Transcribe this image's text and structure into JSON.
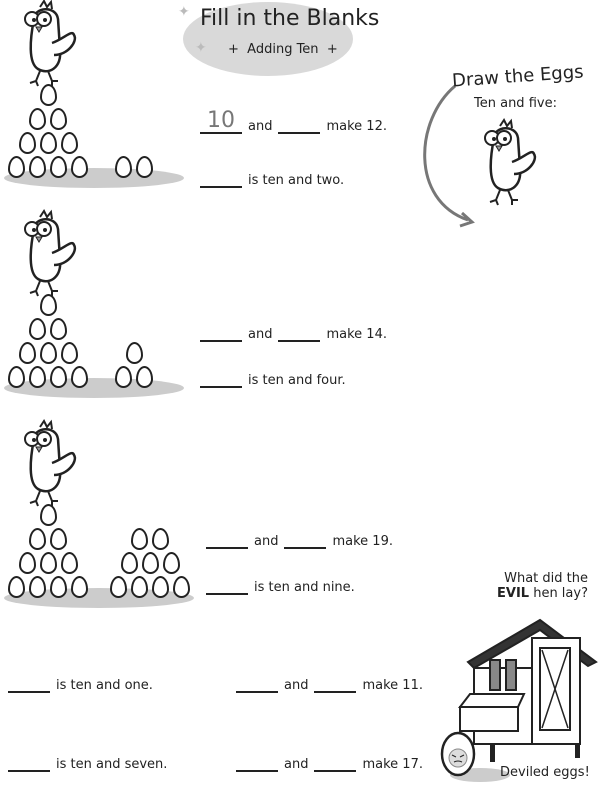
{
  "header": {
    "title": "Fill in the Blanks",
    "subtitle": "Adding Ten",
    "plus": "+"
  },
  "problems": [
    {
      "ten_eggs": 10,
      "extra_eggs": 2,
      "blank1": "10",
      "and": "and",
      "blank2": "",
      "make": "make 12.",
      "blank3": "",
      "second": "is ten and two."
    },
    {
      "ten_eggs": 10,
      "extra_eggs": 3,
      "blank1": "",
      "and": "and",
      "blank2": "",
      "make": "make 14.",
      "blank3": "",
      "second": "is ten and four."
    },
    {
      "ten_eggs": 10,
      "extra_eggs": 9,
      "blank1": "",
      "and": "and",
      "blank2": "",
      "make": "make 19.",
      "blank3": "",
      "second": "is ten and nine."
    }
  ],
  "bottom": [
    {
      "text": "is ten and one.",
      "and": "and",
      "make": "make 11."
    },
    {
      "text": "is ten and seven.",
      "and": "and",
      "make": "make 17."
    }
  ],
  "draw_eggs": {
    "title": "Draw the Eggs",
    "prompt": "Ten and five:"
  },
  "riddle": {
    "line1": "What did the",
    "evil": "EVIL",
    "line2": "hen lay?",
    "answer": "Deviled eggs!"
  },
  "colors": {
    "ink": "#222222",
    "shadow": "#cccccc",
    "blob": "#d9d9d9",
    "arrow": "#777777"
  }
}
